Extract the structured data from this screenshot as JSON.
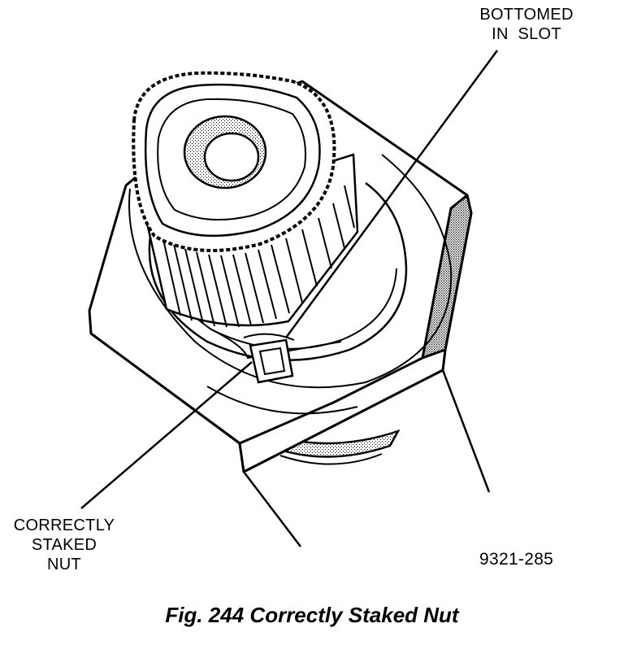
{
  "labels": {
    "bottomed_line1": "BOTTOMED",
    "bottomed_line2": "IN  SLOT",
    "correct_line1": "CORRECTLY",
    "correct_line2": "STAKED",
    "correct_line3": "NUT",
    "ref_number": "9321-285"
  },
  "caption": "Fig. 244 Correctly Staked Nut"
}
